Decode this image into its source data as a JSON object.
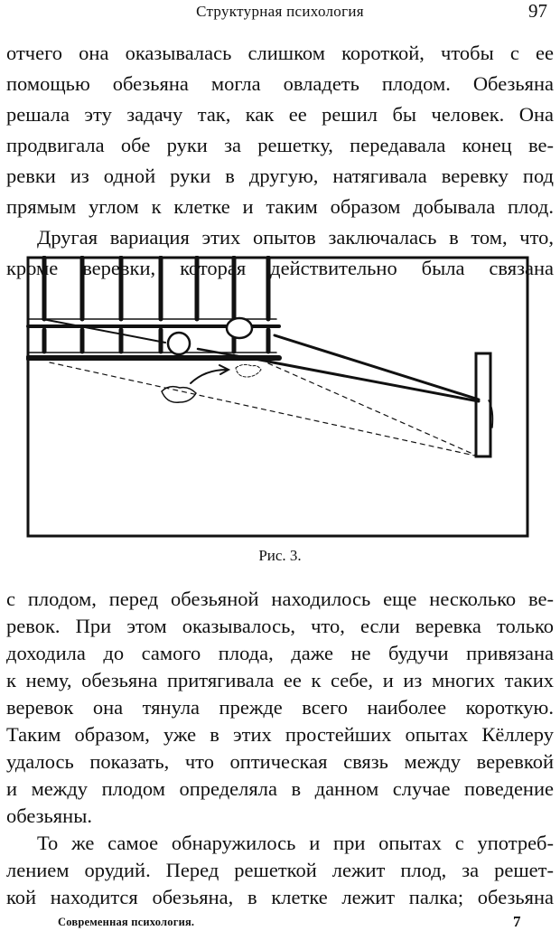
{
  "header": {
    "running_title": "Структурная психология",
    "page_number": "97"
  },
  "paragraph_block_1": {
    "lines": [
      "отчего она оказывалась слишком короткой, чтобы с ее",
      "помощью обезьяна могла овладеть плодом. Обезьяна",
      "решала эту задачу так, как ее решил бы человек. Она",
      "продвигала обе руки за решетку, передавала конец ве-",
      "ревки из одной руки в другую, натягивала веревку под",
      "прямым углом к клетке и таким образом добывала плод.",
      "Другая вариация этих опытов заключалась в том, что,",
      "кроме веревки, которая действительно была связана"
    ]
  },
  "figure": {
    "caption": "Рис. 3."
  },
  "paragraph_block_2": {
    "lines": [
      "с плодом, перед обезьяной находилось еще несколько ве-",
      "ревок. При этом оказывалось, что, если веревка только",
      "доходила до самого плода, даже не будучи привязана",
      "к нему, обезьяна притягивала ее к себе, и из многих таких",
      "веревок она тянула прежде всего наиболее короткую.",
      "Таким образом, уже в этих простейших опытах Кёллеру",
      "удалось показать, что оптическая связь между веревкой",
      "и между плодом определяла в данном случае поведение",
      "обезьяны.",
      "То же самое обнаружилось и при опытах с употреб-",
      "лением орудий. Перед решеткой лежит плод, за решет-",
      "кой находится обезьяна, в клетке лежит палка; обезьяна"
    ]
  },
  "footer": {
    "book_title": "Современная психология.",
    "signature_number": "7"
  }
}
